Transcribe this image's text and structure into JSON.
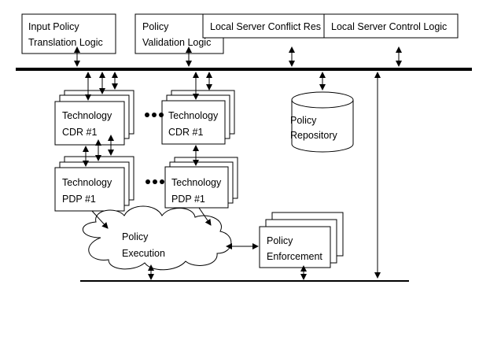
{
  "boxes": {
    "input_policy": [
      "Input Policy",
      "Translation Logic"
    ],
    "policy_validation": [
      "Policy",
      "Validation Logic"
    ],
    "local_conflict": "Local Server Conflict Res",
    "local_control": "Local Server Control Logic",
    "tech_cdr_1": [
      "Technology",
      "CDR #1"
    ],
    "tech_cdr_2": [
      "Technology",
      "CDR #1"
    ],
    "tech_pdp_1": [
      "Technology",
      "PDP #1"
    ],
    "tech_pdp_2": [
      "Technology",
      "PDP #1"
    ],
    "repository": [
      "Policy",
      "Repository"
    ],
    "execution": [
      "Policy",
      "Execution"
    ],
    "enforcement": [
      "Policy",
      "Enforcement"
    ]
  }
}
